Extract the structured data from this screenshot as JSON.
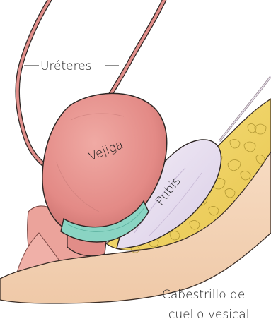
{
  "labels": {
    "ureters": "Uréteres",
    "bladder": "Vejiga",
    "pubis": "Pubis",
    "sling_line1": "Cabestrillo de",
    "sling_line2": "cuello vesical"
  },
  "colors": {
    "bladder": "#e8948f",
    "bladder_shade": "#c96a68",
    "ureter": "#e08e8a",
    "pubic_bone": "#e6dcee",
    "fat": "#f1d76a",
    "fat_lobule_outline": "#a98f2c",
    "sling": "#8ad4c3",
    "tissue_pink": "#eb9c95",
    "abdominal_wall": "#f4d6ba",
    "outline": "#2e2624"
  }
}
